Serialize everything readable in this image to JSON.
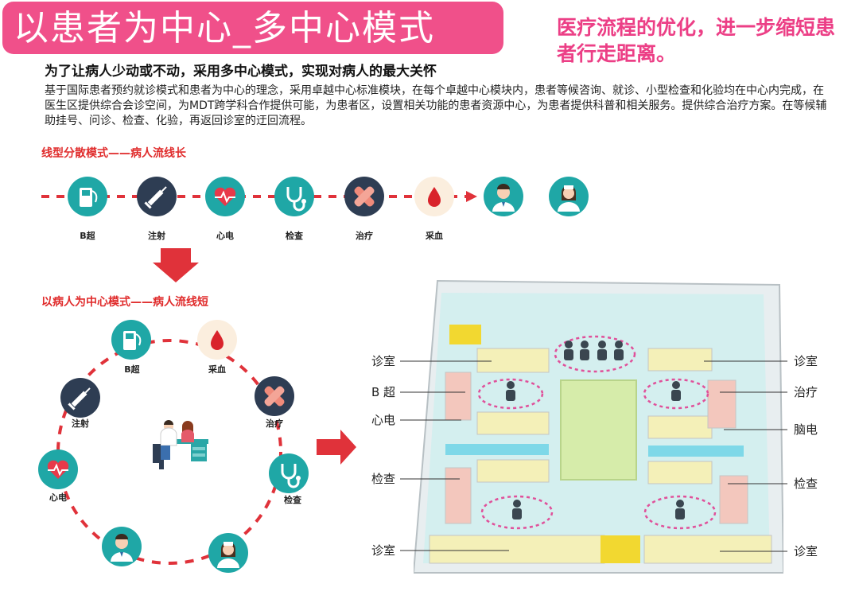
{
  "title": "以患者为中心_多中心模式",
  "right_note": "医疗流程的优化，进一步缩短患者行走距离。",
  "subtitle": "为了让病人少动或不动，采用多中心模式，实现对病人的最大关怀",
  "body": "基于国际患者预约就诊模式和患者为中心的理念，采用卓越中心标准模块，在每个卓越中心模块内，患者等候咨询、就诊、小型检查和化验均在中心内完成，在医生区提供综合会诊空间，为MDT跨学科合作提供可能，为患者区，设置相关功能的患者资源中心，为患者提供科普和相关服务。提供综合治疗方案。在等候辅助挂号、问诊、检查、化验，再返回诊室的迂回流程。",
  "linear": {
    "label": "线型分散模式——病人流线长",
    "nodes": [
      {
        "name": "B超",
        "icon": "ultrasound-icon"
      },
      {
        "name": "注射",
        "icon": "syringe-icon"
      },
      {
        "name": "心电",
        "icon": "ecg-heart-icon"
      },
      {
        "name": "检查",
        "icon": "stethoscope-icon"
      },
      {
        "name": "治疗",
        "icon": "bandage-icon"
      },
      {
        "name": "采血",
        "icon": "blood-drop-icon"
      }
    ],
    "doctor_icon": "doctor-icon",
    "nurse_icon": "nurse-icon"
  },
  "central": {
    "label": "以病人为中心模式——病人流线短",
    "nodes": [
      {
        "name": "B超",
        "icon": "ultrasound-icon"
      },
      {
        "name": "采血",
        "icon": "blood-drop-icon"
      },
      {
        "name": "注射",
        "icon": "syringe-icon"
      },
      {
        "name": "治疗",
        "icon": "bandage-icon"
      },
      {
        "name": "心电",
        "icon": "ecg-heart-icon"
      },
      {
        "name": "检查",
        "icon": "stethoscope-icon"
      }
    ],
    "center_icon": "consultation-icon"
  },
  "floorplan": {
    "left_labels": [
      "诊室",
      "B 超",
      "心电",
      "检查",
      "诊室"
    ],
    "right_labels": [
      "诊室",
      "治疗",
      "脑电",
      "检查",
      "诊室"
    ]
  },
  "colors": {
    "title_bg": "#f0508a",
    "accent_pink": "#ec3f86",
    "red": "#e02c2c",
    "teal": "#1fa7a6",
    "navy": "#2e3d53"
  }
}
